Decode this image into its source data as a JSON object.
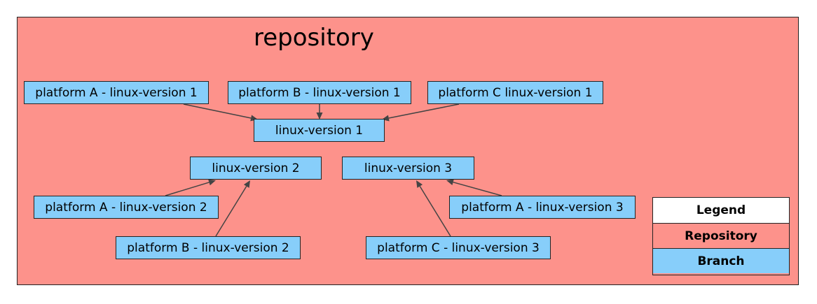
{
  "colors": {
    "repository_fill": "#fd928b",
    "branch_fill": "#87cefa",
    "legend_header_fill": "#ffffff",
    "edge": "#444444"
  },
  "repository": {
    "title": "repository"
  },
  "branches": {
    "pa1": "platform A - linux-version 1",
    "pb1": "platform B - linux-version 1",
    "pc1": "platform C linux-version 1",
    "lv1": "linux-version 1",
    "lv2": "linux-version 2",
    "lv3": "linux-version 3",
    "pa2": "platform A - linux-version 2",
    "pb2": "platform B - linux-version 2",
    "pa3": "platform A - linux-version 3",
    "pc3": "platform C - linux-version 3"
  },
  "edges": [
    {
      "from": "pa1",
      "to": "lv1"
    },
    {
      "from": "pb1",
      "to": "lv1"
    },
    {
      "from": "pc1",
      "to": "lv1"
    },
    {
      "from": "pa2",
      "to": "lv2"
    },
    {
      "from": "pb2",
      "to": "lv2"
    },
    {
      "from": "pa3",
      "to": "lv3"
    },
    {
      "from": "pc3",
      "to": "lv3"
    }
  ],
  "legend": {
    "title": "Legend",
    "repository": "Repository",
    "branch": "Branch"
  }
}
